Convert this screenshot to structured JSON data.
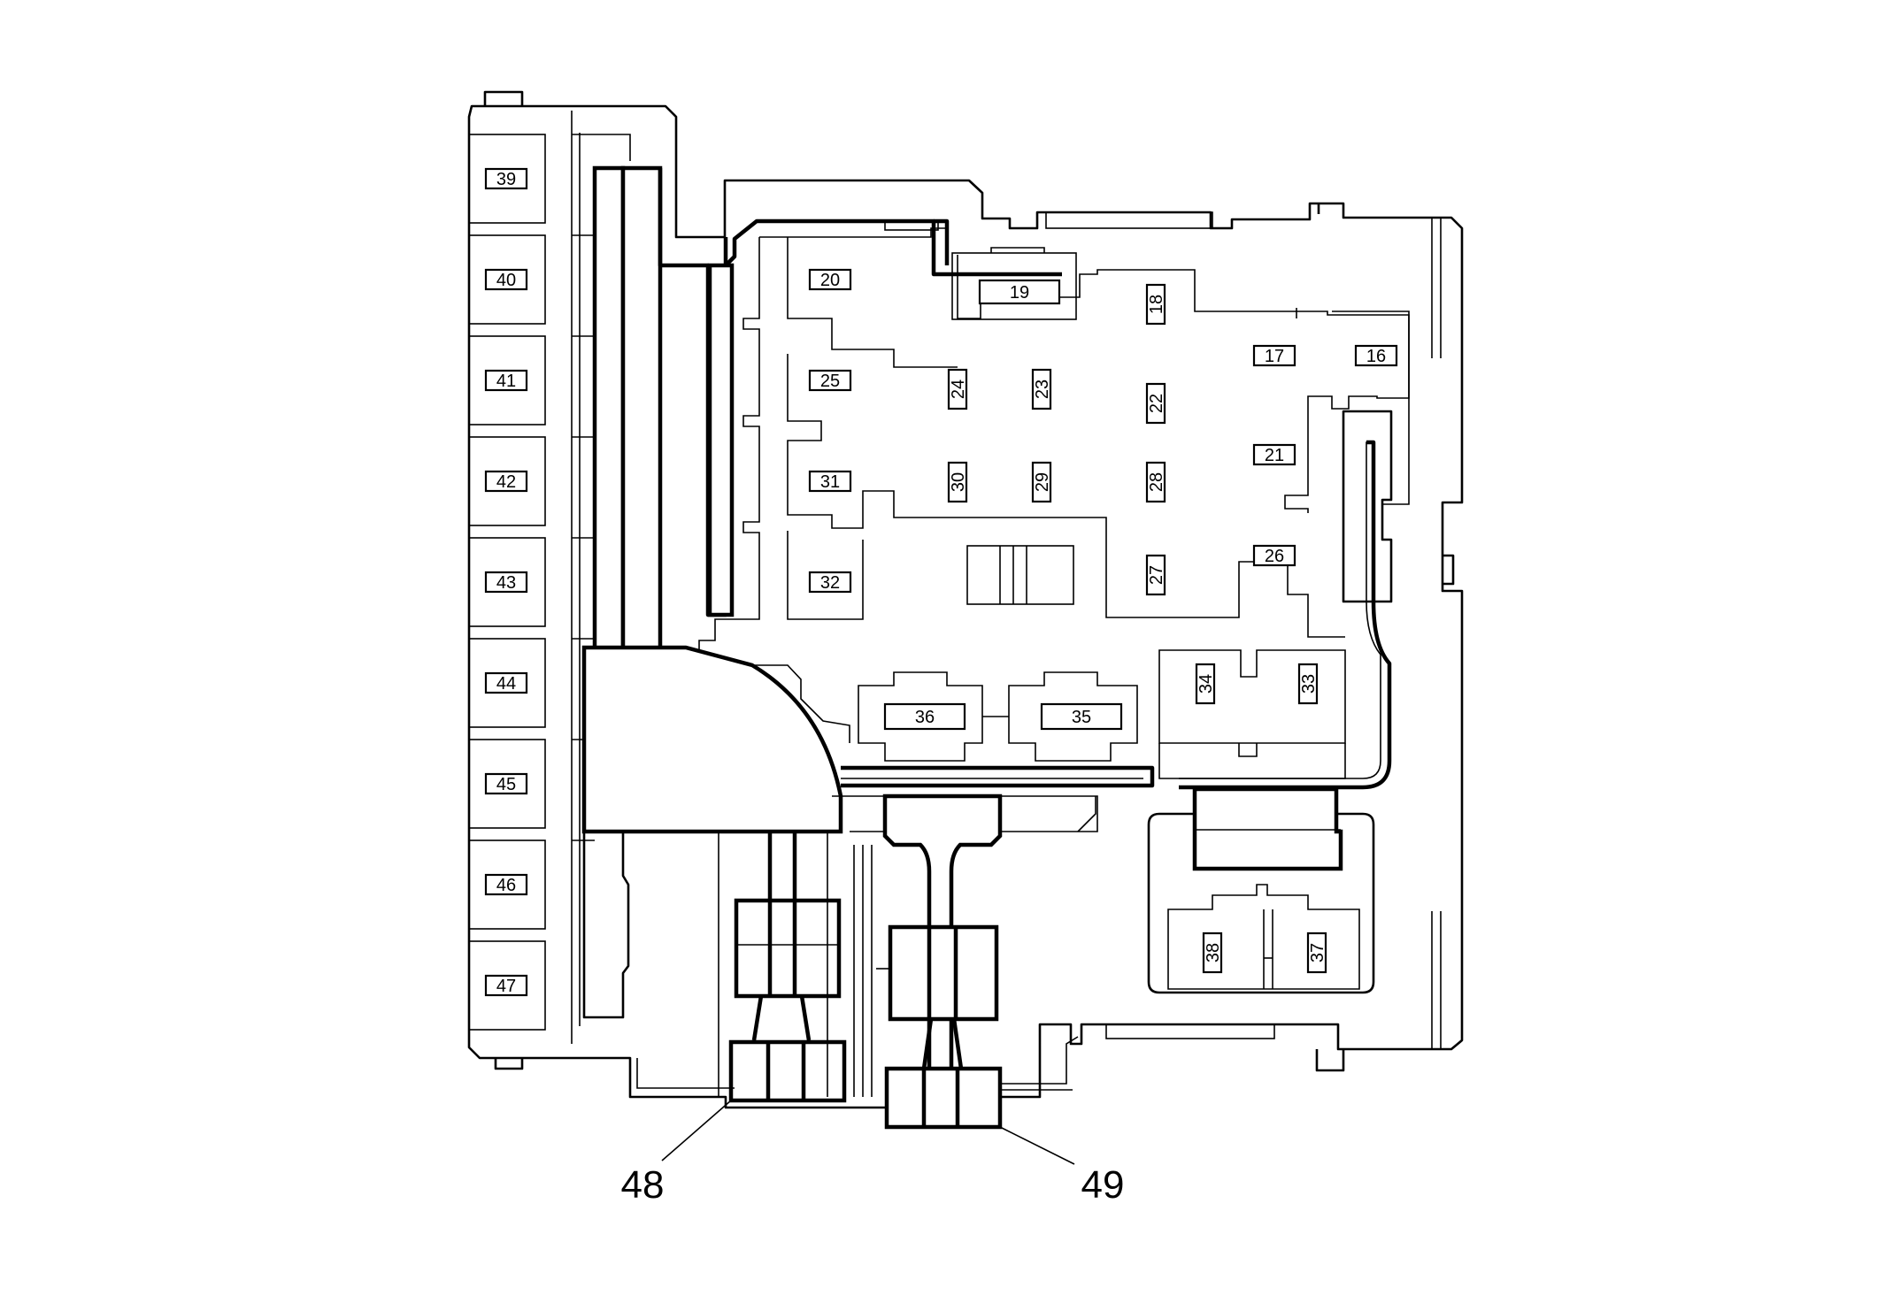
{
  "fuses": [
    "16",
    "17",
    "18",
    "19",
    "20",
    "21",
    "22",
    "23",
    "24",
    "25",
    "26",
    "27",
    "28",
    "29",
    "30",
    "31",
    "32",
    "33",
    "34",
    "35",
    "36",
    "37",
    "38",
    "39",
    "40",
    "41",
    "42",
    "43",
    "44",
    "45",
    "46",
    "47"
  ],
  "callouts": [
    "48",
    "49"
  ]
}
